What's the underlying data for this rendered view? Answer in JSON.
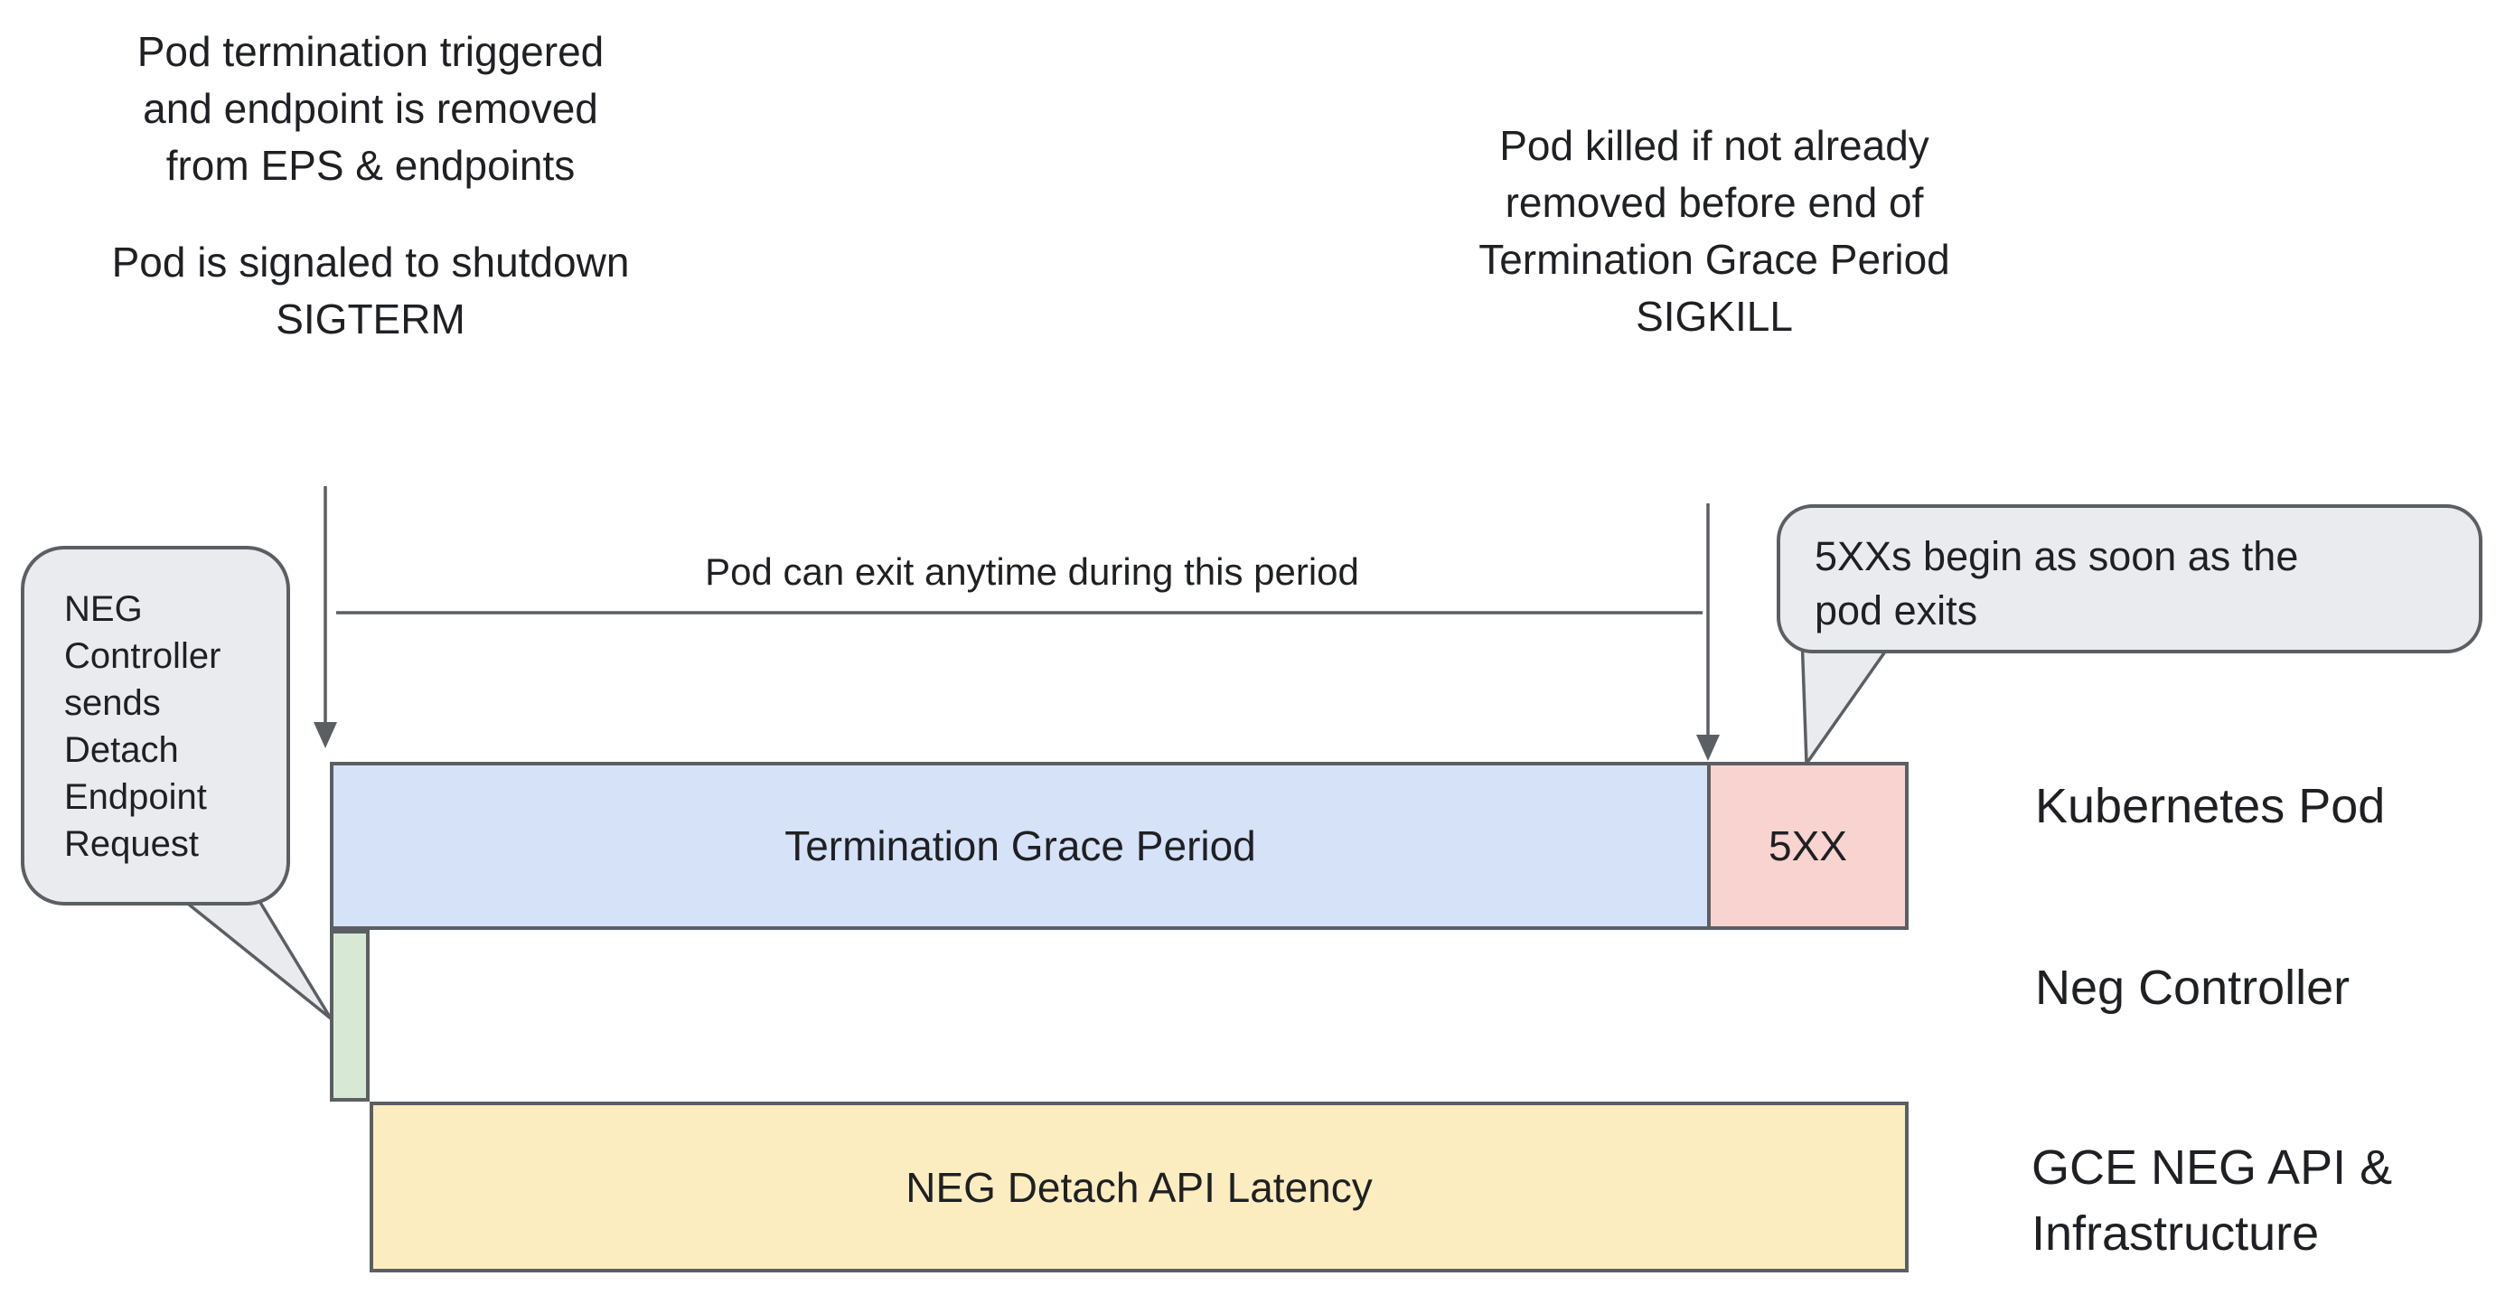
{
  "colors": {
    "bg": "#ffffff",
    "blue": "#d5e2f8",
    "pink": "#f8d3d0",
    "green": "#d7e9d5",
    "yellow": "#fcedc0",
    "bubble": "#e9ebee",
    "stroke": "#5b5f63",
    "text": "#1f2023"
  },
  "note_top_left": {
    "para1": [
      "Pod termination triggered",
      "and endpoint is removed",
      "from EPS & endpoints"
    ],
    "para2": [
      "Pod is signaled to shutdown",
      "SIGTERM"
    ]
  },
  "note_top_right": {
    "lines": [
      "Pod killed if not already",
      "removed before end of",
      "Termination Grace Period",
      "SIGKILL"
    ]
  },
  "bubble_left": {
    "lines": [
      "NEG",
      "Controller",
      "sends",
      "Detach",
      "Endpoint",
      "Request"
    ]
  },
  "bubble_right": {
    "lines": [
      "5XXs begin as soon as the",
      "pod exits"
    ]
  },
  "timeline": {
    "span_label": "Pod can exit anytime during this period"
  },
  "bars": {
    "grace": "Termination Grace Period",
    "errors": "5XX",
    "latency": "NEG Detach API Latency"
  },
  "lanes": {
    "kubernetes_pod": "Kubernetes Pod",
    "neg_controller": "Neg Controller",
    "gce": [
      "GCE NEG API &",
      "Infrastructure"
    ]
  }
}
